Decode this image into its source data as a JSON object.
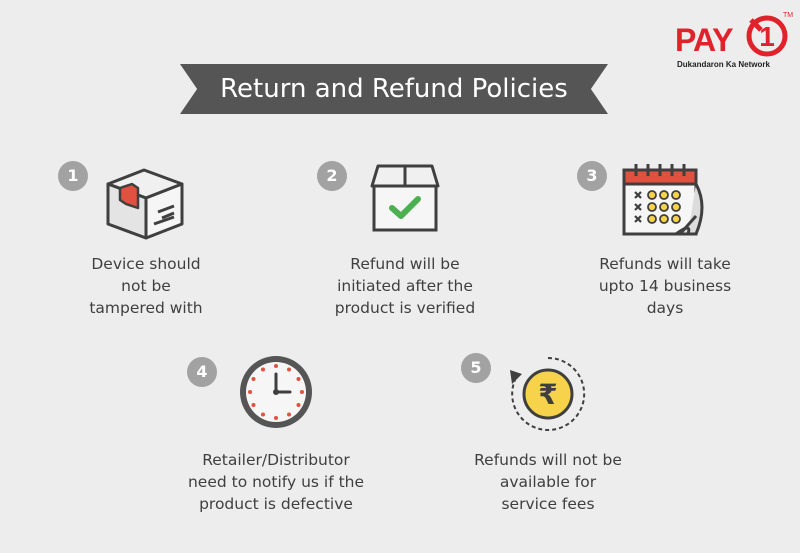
{
  "title": "Return and Refund Policies",
  "logo": {
    "word": "PAY",
    "digit": "1",
    "tagline": "Dukandaron Ka Network",
    "tm": "TM",
    "brand_color": "#e0232a"
  },
  "policies": [
    {
      "number": "1",
      "lines": [
        "Device should",
        "not be",
        "tampered with"
      ],
      "icon": "box-icon"
    },
    {
      "number": "2",
      "lines": [
        "Refund will be",
        "initiated after the",
        "product is verified"
      ],
      "icon": "verified-box-icon"
    },
    {
      "number": "3",
      "lines": [
        "Refunds will take",
        "upto 14 business",
        "days"
      ],
      "icon": "calendar-icon"
    },
    {
      "number": "4",
      "lines": [
        "Retailer/Distributor",
        "need to notify us if the",
        "product is defective"
      ],
      "icon": "clock-icon"
    },
    {
      "number": "5",
      "lines": [
        "Refunds will not be",
        "available for",
        "service fees"
      ],
      "icon": "rupee-coin-icon"
    }
  ],
  "colors": {
    "background": "#ededed",
    "banner": "#555555",
    "badge": "#a2a2a2",
    "accent_red": "#e0513f",
    "accent_green": "#4caf50",
    "coin_yellow": "#f6d34a"
  }
}
